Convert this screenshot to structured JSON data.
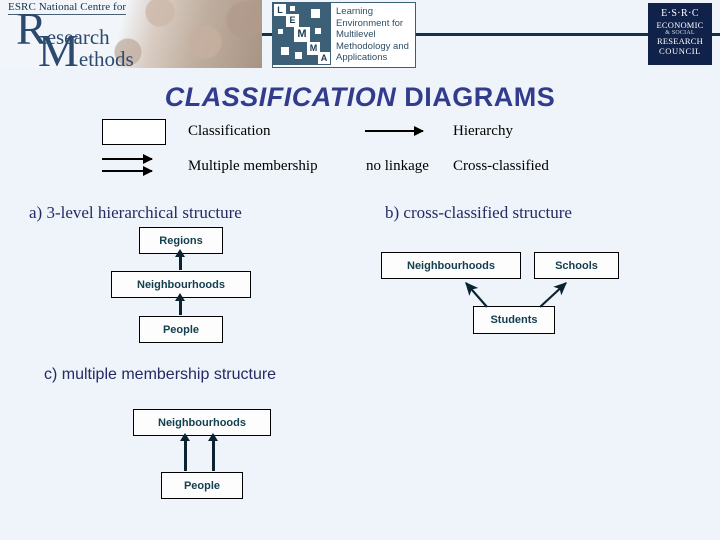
{
  "header": {
    "rcm_logo": {
      "caption": "ESRC National Centre for",
      "word_r": "R",
      "word_esearch": "esearch",
      "word_m": "M",
      "word_ethods": "ethods"
    },
    "lemma_logo": {
      "letters": [
        "L",
        "E",
        "M",
        "M",
        "A"
      ],
      "text_lines": [
        "Learning",
        "Environment for",
        "Multilevel",
        "Methodology and",
        "Applications"
      ]
    },
    "esrc_logo": {
      "line1": "E·S·R·C",
      "line2": "ECONOMIC",
      "line3": "& SOCIAL",
      "line4": "RESEARCH",
      "line5": "COUNCIL"
    },
    "rule_color": "#13314b"
  },
  "title": {
    "part_italic": "CLASSIFICATION",
    "part_regular": " DIAGRAMS",
    "color": "#333c8c"
  },
  "legend": {
    "classification_label": "Classification",
    "hierarchy_label": "Hierarchy",
    "multiple_membership_label": "Multiple membership",
    "no_linkage_label": "no linkage",
    "cross_classified_label": "Cross-classified"
  },
  "sections": {
    "a_caption": "a) 3-level hierarchical structure",
    "b_caption": "b) cross-classified structure",
    "c_caption": "c) multiple membership structure"
  },
  "diagram_a": {
    "type": "hierarchy",
    "nodes": [
      "Regions",
      "Neighbourhoods",
      "People"
    ],
    "edges": [
      {
        "from": "Neighbourhoods",
        "to": "Regions",
        "style": "single-arrow"
      },
      {
        "from": "People",
        "to": "Neighbourhoods",
        "style": "single-arrow"
      }
    ]
  },
  "diagram_b": {
    "type": "cross-classified",
    "nodes": [
      "Neighbourhoods",
      "Schools",
      "Students"
    ],
    "edges": [
      {
        "from": "Students",
        "to": "Neighbourhoods",
        "style": "single-arrow"
      },
      {
        "from": "Students",
        "to": "Schools",
        "style": "single-arrow"
      }
    ]
  },
  "diagram_c": {
    "type": "multiple-membership",
    "nodes": [
      "Neighbourhoods",
      "People"
    ],
    "edges": [
      {
        "from": "People",
        "to": "Neighbourhoods",
        "style": "double-arrow"
      }
    ]
  },
  "colors": {
    "background": "#eef4fa",
    "box_text": "#13404f",
    "caption_text": "#262a63",
    "arrow": "#0b2230",
    "legend_text": "#000000"
  }
}
